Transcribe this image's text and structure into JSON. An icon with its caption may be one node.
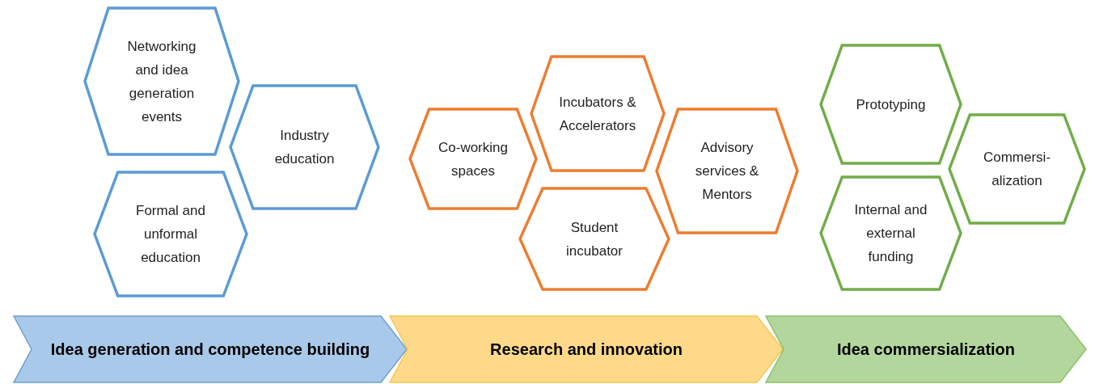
{
  "diagram": {
    "nodes": [
      {
        "text": [
          "Networking and idea generation events"
        ]
      },
      {
        "text": [
          "Industry education"
        ]
      },
      {
        "text": [
          "Formal and unformal education"
        ]
      },
      {
        "text": [
          "Co-working spaces"
        ]
      },
      {
        "text": [
          "Incubators & Accelerators"
        ]
      },
      {
        "text": [
          "Student incubator"
        ]
      },
      {
        "text": [
          "Advisory services & Mentors"
        ]
      },
      {
        "text": [
          "Prototyping"
        ]
      },
      {
        "text": [
          "Commersi-alization"
        ]
      },
      {
        "text": [
          "Internal and external funding"
        ]
      },
      {
        "text": [
          "Idea generation and competence building"
        ]
      },
      {
        "text": [
          "Research and innovation"
        ]
      },
      {
        "text": [
          "Idea commersialization"
        ]
      }
    ]
  }
}
